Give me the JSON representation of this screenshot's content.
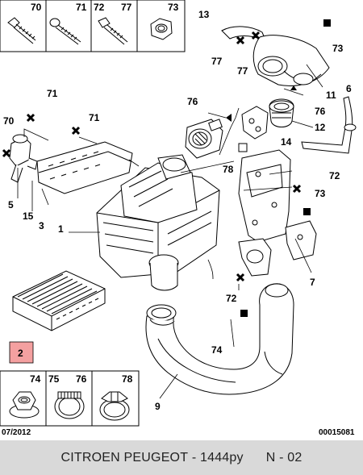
{
  "top_hardware": [
    "70",
    "71",
    "72",
    "77",
    "73"
  ],
  "bottom_hardware": [
    "74",
    "75",
    "76",
    "78"
  ],
  "callouts": {
    "c13": "13",
    "c73a": "73",
    "c77a": "77",
    "c77b": "77",
    "c11": "11",
    "c71a": "71",
    "c76a": "76",
    "c76b": "76",
    "c6": "6",
    "c70": "70",
    "c71b": "71",
    "c12": "12",
    "c14": "14",
    "c78": "78",
    "c5": "5",
    "c15": "15",
    "c3": "3",
    "c72a": "72",
    "c73b": "73",
    "c1": "1",
    "c7": "7",
    "c72b": "72",
    "c74": "74",
    "c2": "2",
    "c9": "9"
  },
  "footer": {
    "date": "07/2012",
    "ref": "00015081"
  },
  "caption": {
    "brand": "CITROEN PEUGEOT",
    "sep": " - ",
    "code": "1444py",
    "page": "N - 02"
  },
  "colors": {
    "highlight": "#f4a0a0",
    "caption_bg": "#d9d9d9"
  }
}
